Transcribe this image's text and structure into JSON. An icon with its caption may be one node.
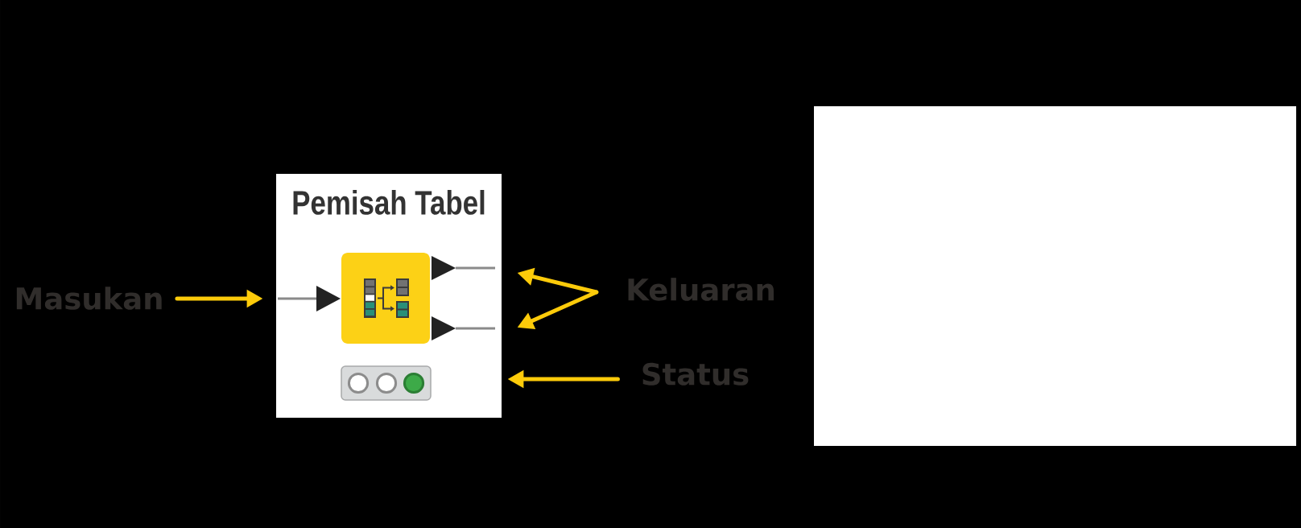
{
  "diagram": {
    "nodes": [
      {
        "text": [
          "Masukan"
        ]
      },
      {
        "text": [
          "Pemisah Tabel"
        ]
      },
      {
        "text": [],
        "shape": "triangle",
        "in": 1
      },
      {
        "text": [],
        "shape": "box",
        "in": 1
      },
      {
        "text": [],
        "shape": "triangle",
        "in": 1
      },
      {
        "text": [],
        "shape": "triangle",
        "in": 1
      },
      {
        "text": [],
        "shape": "box",
        "in": 1
      },
      {
        "text": [
          "Keluaran"
        ]
      },
      {
        "text": [
          "Status"
        ]
      },
      {
        "text": [],
        "shape": "box"
      }
    ],
    "edges": [
      {
        "from": 0,
        "to": 2,
        "arrow": "to"
      },
      {
        "from": 7,
        "to": 4,
        "arrow": "to"
      },
      {
        "from": 7,
        "to": 5,
        "arrow": "to"
      },
      {
        "from": 8,
        "to": 1,
        "arrow": "to"
      }
    ]
  }
}
